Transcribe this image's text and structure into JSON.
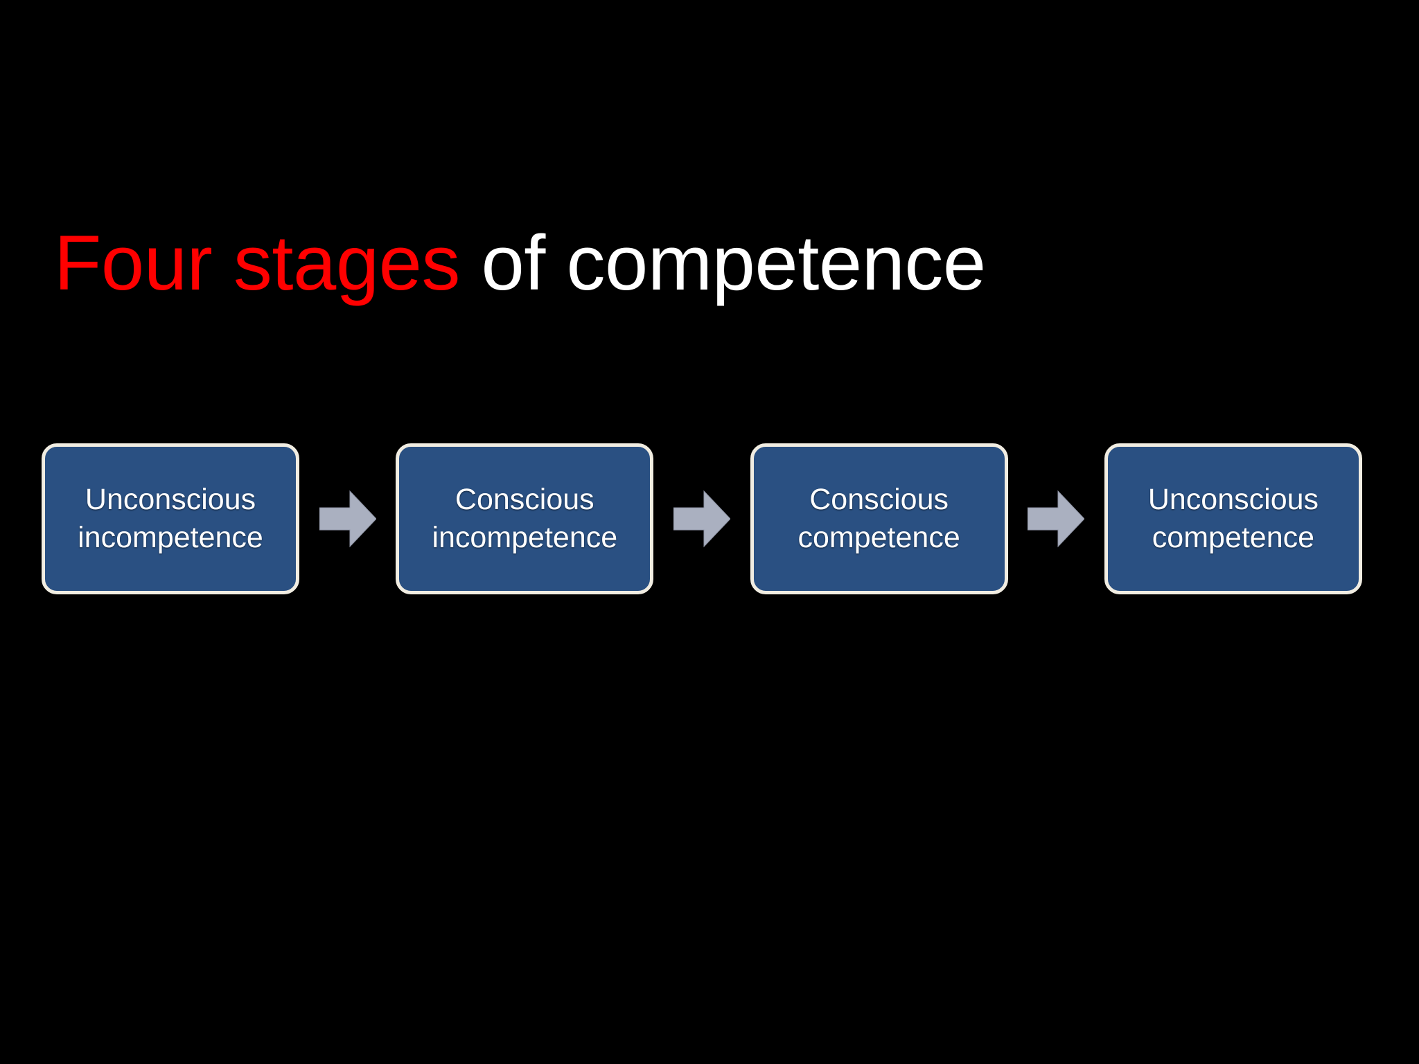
{
  "slide": {
    "background_color": "#000000",
    "title": {
      "highlight_text": "Four stages",
      "highlight_color": "#ff0000",
      "rest_text": " of competence",
      "rest_color": "#ffffff",
      "full_text": "Four stages of competence"
    }
  },
  "diagram": {
    "type": "linear-process",
    "box_fill_color": "#2a5082",
    "box_border_color": "#f1ede2",
    "box_text_color": "#ffffff",
    "arrow_color": "#aab0c0",
    "arrow_count": 3,
    "stages": [
      {
        "line1": "Unconscious",
        "line2": "incompetence",
        "full": "Unconscious incompetence"
      },
      {
        "line1": "Conscious",
        "line2": "incompetence",
        "full": "Conscious incompetence"
      },
      {
        "line1": "Conscious",
        "line2": "competence",
        "full": "Conscious competence"
      },
      {
        "line1": "Unconscious",
        "line2": "competence",
        "full": "Unconscious competence"
      }
    ],
    "arrows": [
      {
        "label": "arrow-1",
        "direction": "right"
      },
      {
        "label": "arrow-2",
        "direction": "right"
      },
      {
        "label": "arrow-3",
        "direction": "right"
      }
    ]
  }
}
